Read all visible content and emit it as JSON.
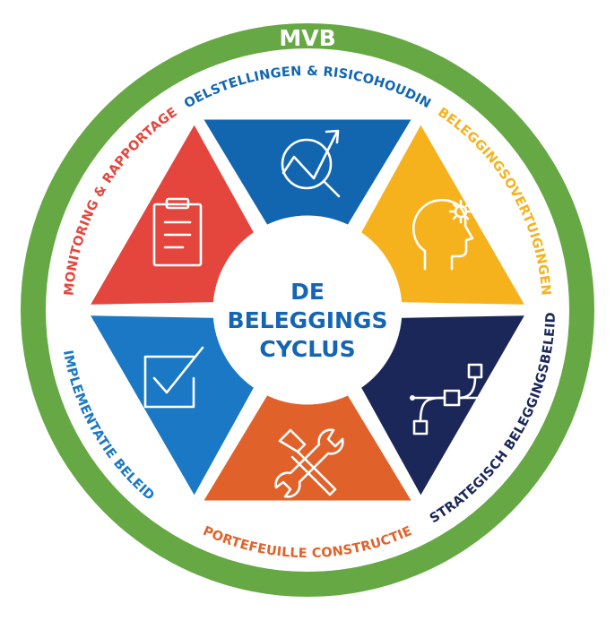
{
  "ring": {
    "title": "MVB",
    "color": "#65a844"
  },
  "center": {
    "line1": "DE",
    "line2": "BELEGGINGS",
    "line3": "CYCLUS",
    "color": "#1565b5"
  },
  "segments": [
    {
      "label": "DOELSTELLINGEN & RISICOHOUDING",
      "color": "#1266b0",
      "label_color": "#1266b0",
      "icon": "chart-magnifier-icon"
    },
    {
      "label": "BELEGGINGSOVERTUIGINGEN",
      "color": "#f6b21c",
      "label_color": "#f6b21c",
      "icon": "head-gear-icon"
    },
    {
      "label": "STRATEGISCH BELEGGINGSBELEID",
      "color": "#1b2758",
      "label_color": "#1b2758",
      "icon": "bezier-path-icon"
    },
    {
      "label": "PORTEFEUILLE CONSTRUCTIE",
      "color": "#e0622a",
      "label_color": "#e0622a",
      "icon": "wrench-hammer-icon"
    },
    {
      "label": "IMPLEMENTATIE BELEID",
      "color": "#1a78c4",
      "label_color": "#1a78c4",
      "icon": "checkbox-icon"
    },
    {
      "label": "MONITORING & RAPPORTAGE",
      "color": "#e4463e",
      "label_color": "#e4463e",
      "icon": "clipboard-icon"
    }
  ]
}
